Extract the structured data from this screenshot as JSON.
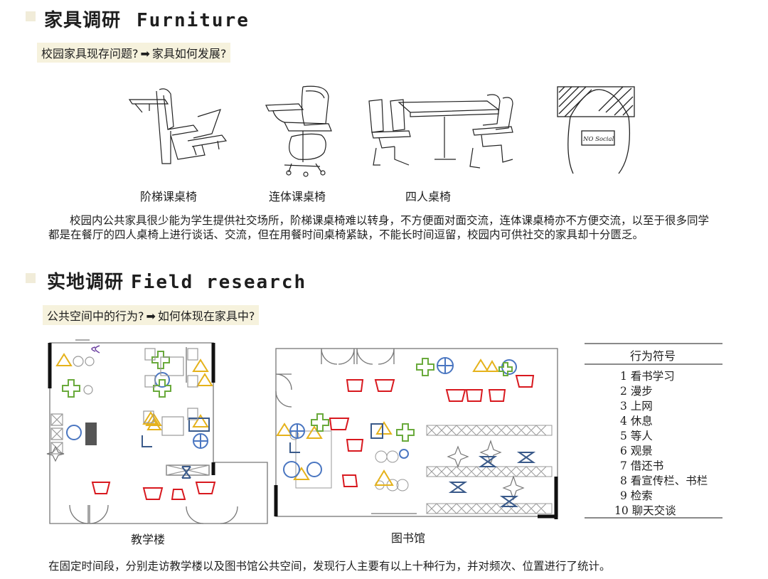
{
  "section1": {
    "title_cn": "家具调研",
    "title_en": "Furniture",
    "question_part1": "校园家具现存问题?",
    "question_arrow": "➡",
    "question_part2": "家具如何发展?",
    "furniture_labels": [
      "阶梯课桌椅",
      "连体课桌椅",
      "四人桌椅"
    ],
    "sign_text": "NO Social",
    "paragraph": "校园内公共家具很少能为学生提供社交场所，阶梯课桌椅难以转身，不方便面对面交流，连体课桌椅亦不方便交流，以至于很多同学都是在餐厅的四人桌椅上进行谈话、交流，但在用餐时间桌椅紧缺，不能长时间逗留，校园内可供社交的家具却十分匮乏。"
  },
  "section2": {
    "title_cn": "实地调研",
    "title_en": "Field research",
    "question_part1": "公共空间中的行为?",
    "question_arrow": "➡",
    "question_part2": "如何体现在家具中?",
    "plan_labels": [
      "教学楼",
      "图书馆"
    ],
    "footer": "在固定时间段，分别走访教学楼以及图书馆公共空间，发现行人主要有以上十种行为，并对频次、位置进行了统计。"
  },
  "legend": {
    "title": "行为符号",
    "items": [
      "1 看书学习",
      "2 漫步",
      "3 上网",
      "4 休息",
      "5 等人",
      "6 观景",
      "7 借还书",
      "8 看宣传栏、书栏",
      "9 检索",
      "10 聊天交谈"
    ]
  },
  "colors": {
    "accent_square": "#f1ecd9",
    "question_bg": "#f6f2dd",
    "red": "#d8191f",
    "yellow": "#e5b21b",
    "blue": "#4a76c1",
    "green": "#6aaa3c",
    "purple": "#6b3fa0",
    "navy": "#3a5a8a",
    "gray": "#888888"
  }
}
